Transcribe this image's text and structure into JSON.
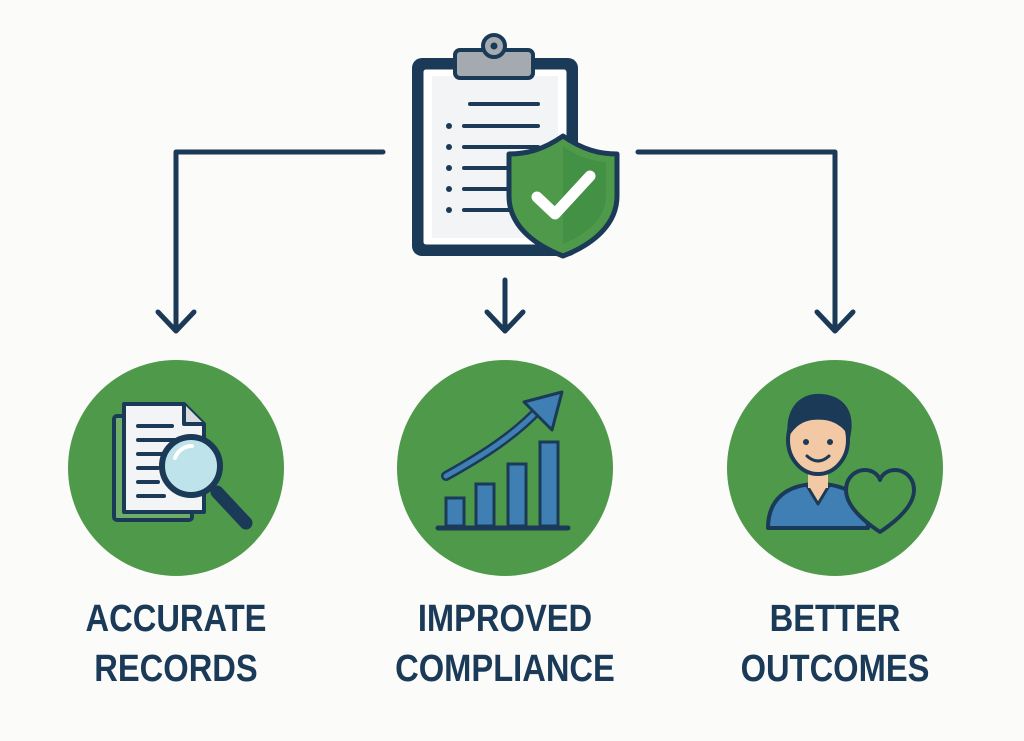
{
  "diagram": {
    "source": {
      "name": "clipboard-with-shield",
      "icons": [
        "clipboard-icon",
        "shield-check-icon"
      ]
    },
    "outcomes": [
      {
        "id": "accurate-records",
        "icon": "document-search-icon",
        "label_line1": "ACCURATE",
        "label_line2": "RECORDS"
      },
      {
        "id": "improved-compliance",
        "icon": "growth-chart-icon",
        "label_line1": "IMPROVED",
        "label_line2": "COMPLIANCE"
      },
      {
        "id": "better-outcomes",
        "icon": "happy-patient-icon",
        "label_line1": "BETTER",
        "label_line2": "OUTCOMES"
      }
    ]
  },
  "colors": {
    "navy": "#1b3a57",
    "green": "#4f9a4a",
    "dark_green": "#2f7a38",
    "blue": "#3f7fb3",
    "paper": "#f3f4f5",
    "background": "#fbfbf9"
  }
}
